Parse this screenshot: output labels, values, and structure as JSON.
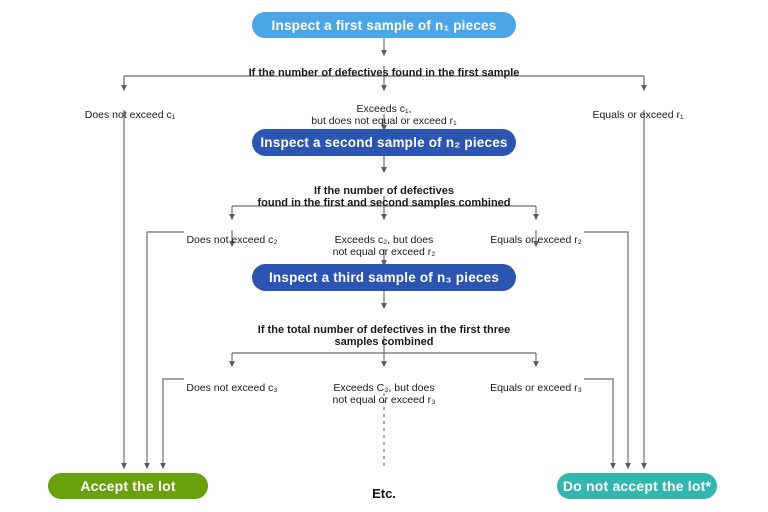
{
  "diagram": {
    "title": "Multiple sampling acceptance plan flowchart",
    "colors": {
      "light_blue": "#4BA6E8",
      "dark_blue": "#2B55B0",
      "green": "#69A00B",
      "teal": "#33B6B0",
      "wire": "#6e6e6e",
      "text": "#1a1a1a"
    }
  },
  "boxes": {
    "first_sample": "Inspect a first sample of n₁ pieces",
    "second_sample": "Inspect a second sample of n₂ pieces",
    "third_sample": "Inspect a third sample of n₃ pieces",
    "accept": "Accept the lot",
    "reject": "Do not accept the lot*"
  },
  "stage1": {
    "question": "If the number of defectives found in the first sample",
    "branch_left": "Does not exceed c₁",
    "branch_center": "Exceeds c₁,\nbut does not equal or exceed r₁",
    "branch_right": "Equals or exceed r₁"
  },
  "stage2": {
    "question": "If the number of defectives\nfound in the first and second samples combined",
    "branch_left": "Does not exceed c₂",
    "branch_center": "Exceeds c₂, but does\nnot equal or exceed r₂",
    "branch_right": "Equals or exceed r₂"
  },
  "stage3": {
    "question": "If the total number of defectives in the first three\nsamples combined",
    "branch_left": "Does not exceed c₃",
    "branch_center": "Exceeds C₃, but does\nnot equal or exceed r₃",
    "branch_right": "Equals or exceed r₃"
  },
  "continuation": {
    "label": "Etc."
  }
}
